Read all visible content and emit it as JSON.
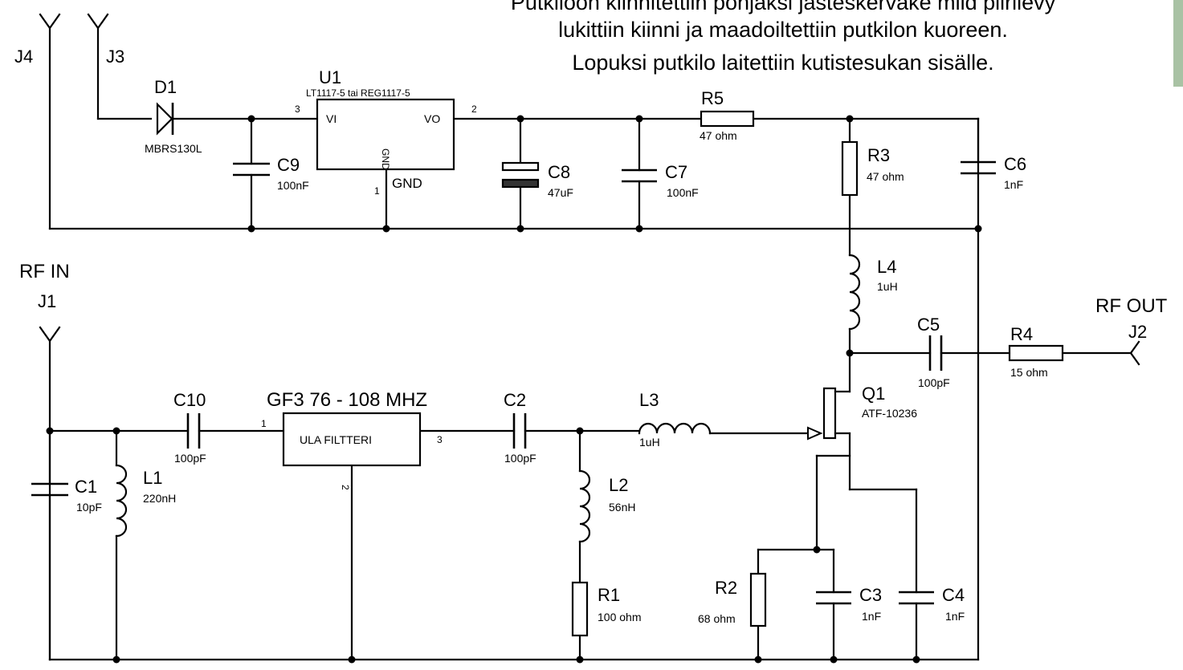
{
  "note_lines": [
    "Putkiloon kiinnitettiin pohjaksi jästeskerväke mild piirilevy",
    "lukittiin kiinni ja maadoiltettiin putkilon kuoreen.",
    "Lopuksi putkilo laitettiin kutistesukan sisälle."
  ],
  "connectors": {
    "j1": {
      "ref": "J1",
      "label": "RF IN"
    },
    "j2": {
      "ref": "J2",
      "label": "RF OUT"
    },
    "j3": {
      "ref": "J3"
    },
    "j4": {
      "ref": "J4"
    }
  },
  "components": {
    "d1": {
      "ref": "D1",
      "value": "MBRS130L"
    },
    "u1": {
      "ref": "U1",
      "value": "LT1117-5 tai REG1117-5",
      "pin_vi": "VI",
      "pin_vo": "VO",
      "pin_gnd": "GND",
      "pin_gnd_label": "GND",
      "pin1": "1",
      "pin2": "2",
      "pin3": "3"
    },
    "c9": {
      "ref": "C9",
      "value": "100nF"
    },
    "c8": {
      "ref": "C8",
      "value": "47uF"
    },
    "c7": {
      "ref": "C7",
      "value": "100nF"
    },
    "r5": {
      "ref": "R5",
      "value": "47 ohm"
    },
    "r3": {
      "ref": "R3",
      "value": "47 ohm"
    },
    "c6": {
      "ref": "C6",
      "value": "1nF"
    },
    "l4": {
      "ref": "L4",
      "value": "1uH"
    },
    "c5": {
      "ref": "C5",
      "value": "100pF"
    },
    "r4": {
      "ref": "R4",
      "value": "15 ohm"
    },
    "q1": {
      "ref": "Q1",
      "value": "ATF-10236"
    },
    "c10": {
      "ref": "C10",
      "value": "100pF"
    },
    "gf3": {
      "ref": "GF3  76 - 108 MHZ",
      "value": "ULA FILTTERI",
      "pin1": "1",
      "pin2": "2",
      "pin3": "3"
    },
    "c2": {
      "ref": "C2",
      "value": "100pF"
    },
    "l3": {
      "ref": "L3",
      "value": "1uH"
    },
    "l2": {
      "ref": "L2",
      "value": "56nH"
    },
    "r1": {
      "ref": "R1",
      "value": "100 ohm"
    },
    "c1": {
      "ref": "C1",
      "value": "10pF"
    },
    "l1": {
      "ref": "L1",
      "value": "220nH"
    },
    "r2": {
      "ref": "R2",
      "value": "68 ohm"
    },
    "c3": {
      "ref": "C3",
      "value": "1nF"
    },
    "c4": {
      "ref": "C4",
      "value": "1nF"
    }
  }
}
